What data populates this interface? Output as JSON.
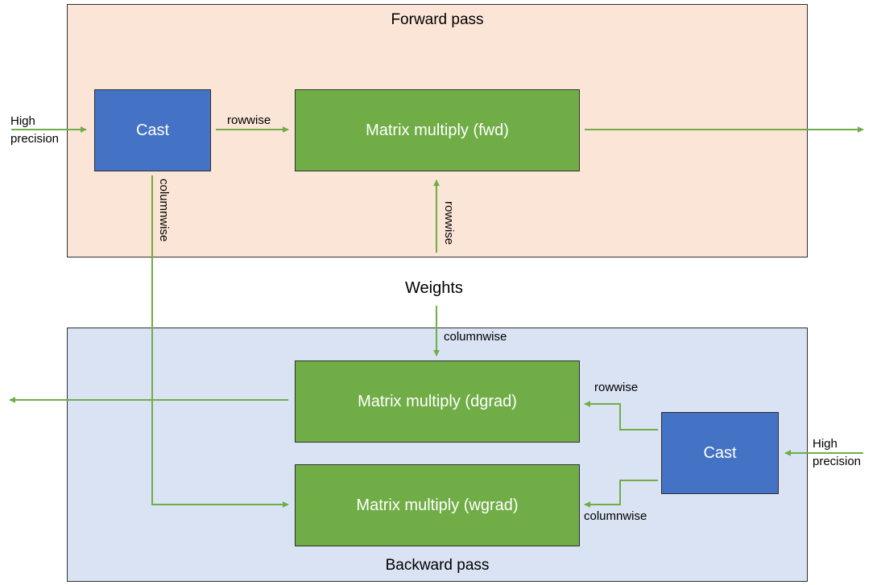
{
  "forward": {
    "title": "Forward pass",
    "cast_label": "Cast",
    "matmul_label": "Matrix multiply (fwd)",
    "input_label_line1": "High",
    "input_label_line2": "precision",
    "edge_cast_to_matmul": "rowwise",
    "edge_cast_down": "columnwise",
    "edge_weights_up": "rowwise"
  },
  "weights_label": "Weights",
  "backward": {
    "title": "Backward pass",
    "edge_weights_down": "columnwise",
    "dgrad_label": "Matrix multiply (dgrad)",
    "wgrad_label": "Matrix multiply (wgrad)",
    "cast_label": "Cast",
    "input_label_line1": "High",
    "input_label_line2": "precision",
    "edge_cast_to_dgrad": "rowwise",
    "edge_cast_to_wgrad": "columnwise"
  },
  "colors": {
    "arrow": "#70ad47",
    "cast_box": "#4472c4",
    "matmul_box": "#70ad47",
    "forward_bg": "#fbe5d6",
    "backward_bg": "#dae3f3"
  }
}
